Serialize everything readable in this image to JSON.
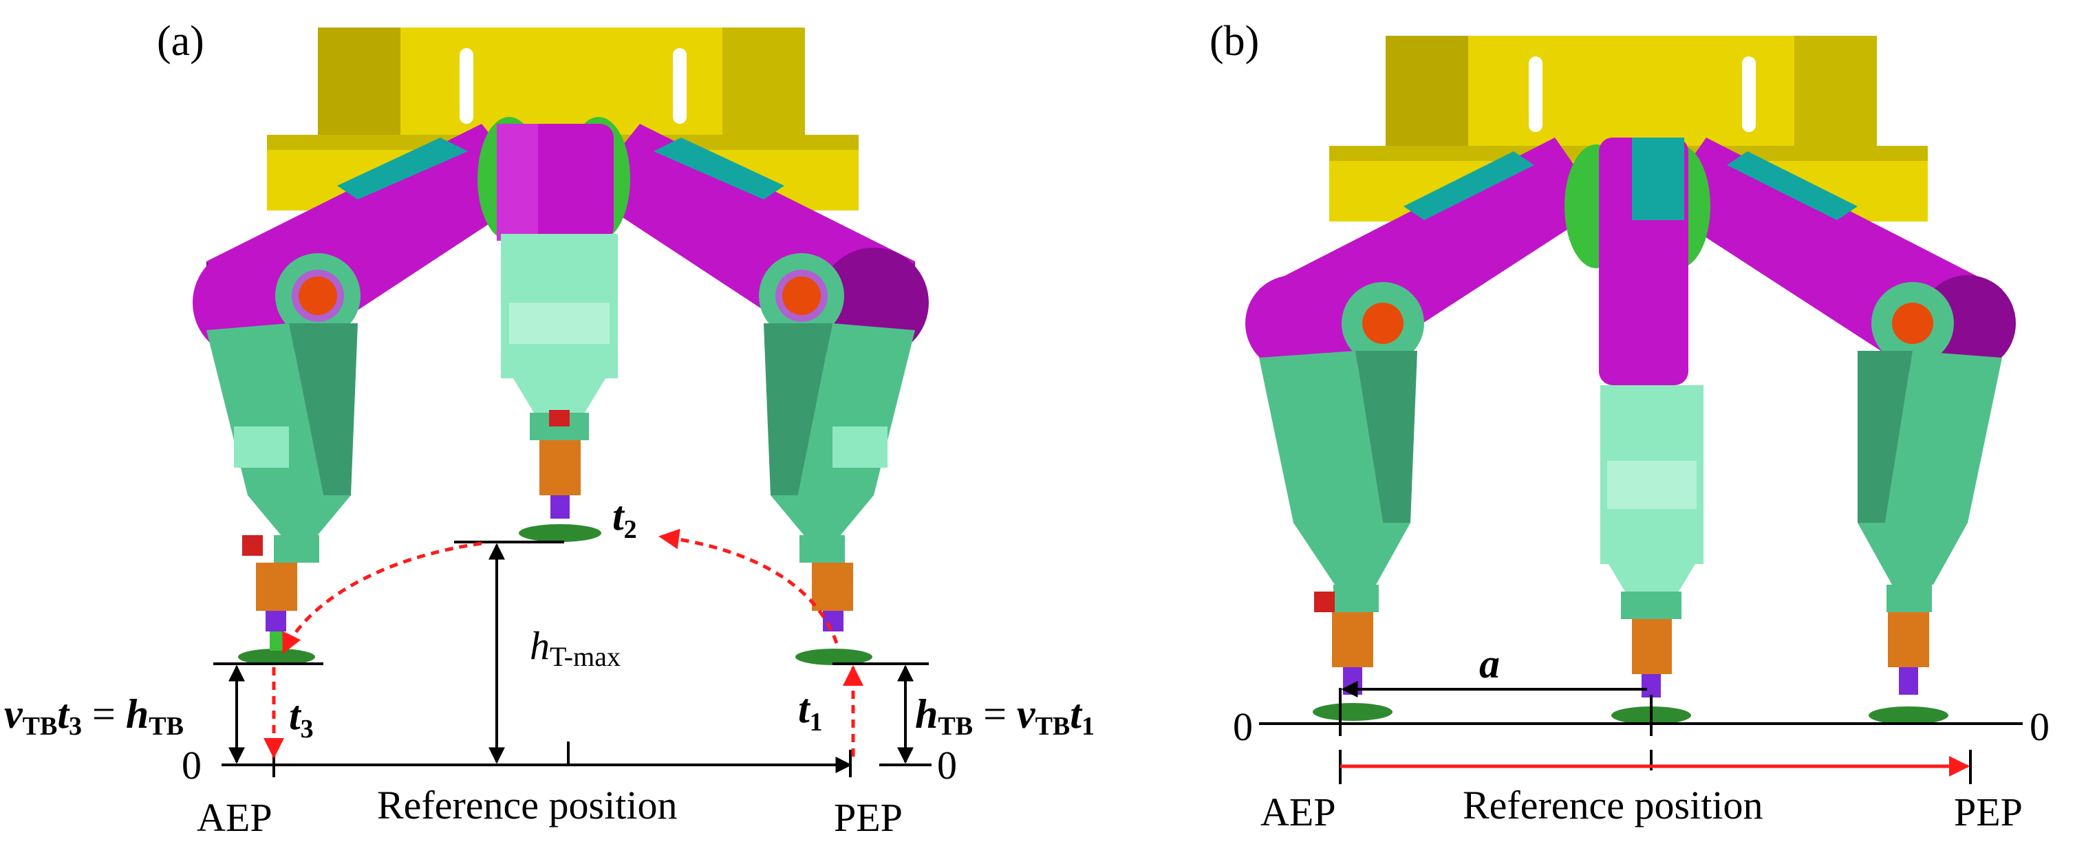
{
  "panels": [
    {
      "id": "a",
      "panel_label": "(a)",
      "ref_label": "Reference position",
      "aep_label": "AEP",
      "pep_label": "PEP",
      "zero_left": "0",
      "zero_right": "0",
      "t1": "t",
      "t1_sub": "1",
      "t2": "t",
      "t2_sub": "2",
      "t3": "t",
      "t3_sub": "3",
      "hmax": "h",
      "hmax_sub": "T-max",
      "left_eq": {
        "v": "v",
        "v_sub": "TB",
        "t": "t",
        "t_sub": "3",
        "eq": " = ",
        "h": "h",
        "h_sub": "TB"
      },
      "right_eq": {
        "h": "h",
        "h_sub": "TB",
        "eq": " = ",
        "v": "v",
        "v_sub": "TB",
        "t": "t",
        "t_sub": "1"
      }
    },
    {
      "id": "b",
      "panel_label": "(b)",
      "ref_label": "Reference position",
      "aep_label": "AEP",
      "pep_label": "PEP",
      "zero_left": "0",
      "zero_right": "0",
      "a_label": "a"
    }
  ],
  "colors": {
    "body_yellow": "#e8d400",
    "body_yellow_dark": "#b8a800",
    "arm_magenta": "#c014c8",
    "arm_magenta_dark": "#8a0a92",
    "leg_green": "#4fc08a",
    "leg_green_light": "#8ee8c0",
    "joint_green": "#3ac03a",
    "teal": "#13a6a0",
    "hub_orange": "#e84a0a",
    "actuator_orange": "#d9781a",
    "shaft_purple": "#7a2ad8",
    "foot_green": "#2f8a2f",
    "arrow_red": "#ff1a1a"
  }
}
